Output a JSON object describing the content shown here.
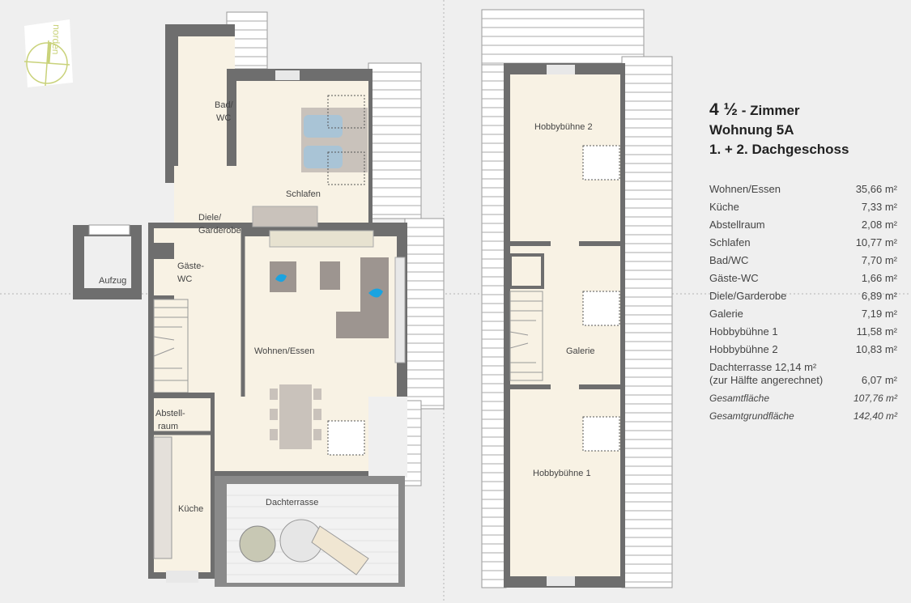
{
  "compass": {
    "label": "norden",
    "color": "#c9d27a"
  },
  "colors": {
    "background": "#efefef",
    "wall": "#6e6e6e",
    "floor": "#f8f2e4",
    "roof": "#ffffff",
    "furniture": "#c9c2bb",
    "accent_blue": "#1aa3e0"
  },
  "plan_upper_floor": {
    "rooms": [
      "Bad/",
      "WC",
      "Schlafen",
      "Diele/",
      "Garderobe",
      "Gäste-",
      "WC",
      "Aufzug",
      "Wohnen/Essen",
      "Abstell-",
      "raum",
      "Küche",
      "Dachterrasse"
    ]
  },
  "plan_attic": {
    "rooms": [
      "Hobbybühne 2",
      "Galerie",
      "Hobbybühne 1"
    ]
  },
  "info": {
    "title_number": "4 ½",
    "title_suffix": " - Zimmer",
    "apartment": "Wohnung 5A",
    "floors": "1. + 2. Dachgeschoss",
    "areas": [
      {
        "room": "Wohnen/Essen",
        "area": "35,66 m²"
      },
      {
        "room": "Küche",
        "area": "7,33 m²"
      },
      {
        "room": "Abstellraum",
        "area": "2,08 m²"
      },
      {
        "room": "Schlafen",
        "area": "10,77 m²"
      },
      {
        "room": "Bad/WC",
        "area": "7,70 m²"
      },
      {
        "room": "Gäste-WC",
        "area": "1,66 m²"
      },
      {
        "room": "Diele/Garderobe",
        "area": "6,89 m²"
      },
      {
        "room": "Galerie",
        "area": "7,19 m²"
      },
      {
        "room": "Hobbybühne 1",
        "area": "11,58 m²"
      },
      {
        "room": "Hobbybühne 2",
        "area": "10,83 m²"
      }
    ],
    "terrace": {
      "line1": "Dachterrasse 12,14 m²",
      "line2": "(zur Hälfte angerechnet)",
      "area": "6,07 m²"
    },
    "total": {
      "label": "Gesamtfläche",
      "area": "107,76 m²"
    },
    "gross_total": {
      "label": "Gesamtgrundfläche",
      "area": "142,40 m²"
    }
  }
}
